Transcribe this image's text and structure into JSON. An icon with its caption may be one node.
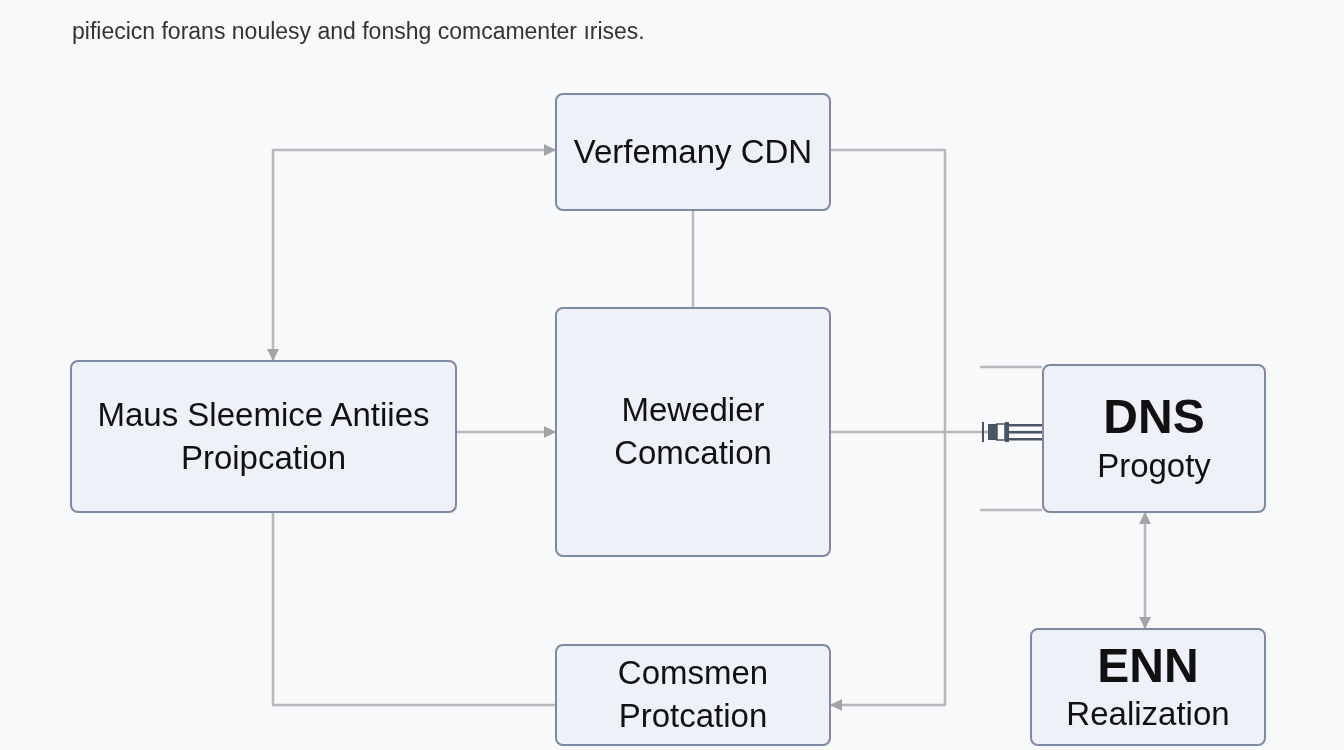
{
  "diagram": {
    "nodes": [
      {
        "text": [
          "Verfemany CDN"
        ]
      },
      {
        "text": [
          "Maus Sleemice Antiies Proipcation"
        ]
      },
      {
        "text": [
          "Mewedier Comcation"
        ]
      },
      {
        "text": [
          "DNS",
          "Progoty"
        ]
      },
      {
        "text": [
          "Comsmen Protcation"
        ]
      },
      {
        "text": [
          "ENN",
          "Realization"
        ]
      }
    ],
    "edges": [
      {
        "from": 1,
        "to": 0,
        "arrow": "both"
      },
      {
        "from": 1,
        "to": 2,
        "arrow": "to"
      },
      {
        "from": 0,
        "to": 2,
        "arrow": "none"
      },
      {
        "from": 0,
        "to": 4,
        "arrow": "to"
      },
      {
        "from": 1,
        "to": 4,
        "arrow": "none"
      },
      {
        "from": 2,
        "to": 3,
        "arrow": "other"
      },
      {
        "from": 3,
        "to": 5,
        "arrow": "both"
      }
    ],
    "labels": [
      "pifiecicn forans noulesy and fonshg comcamenter ırises."
    ]
  }
}
